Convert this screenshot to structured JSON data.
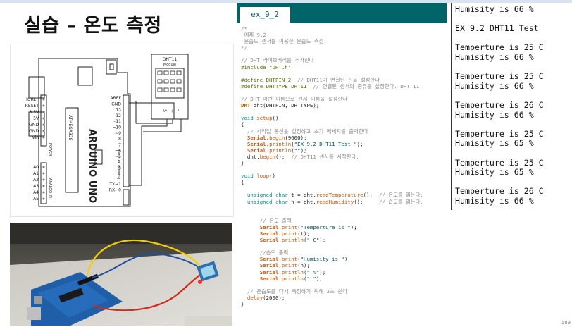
{
  "slide": {
    "title": "실습 – 온도 측정",
    "page_number": "189"
  },
  "schematic": {
    "board_label": "ARDUINO UNO",
    "chip_label": "ATMEGA328",
    "sensor_label": "DHT11",
    "sensor_sublabel": "Module",
    "sensor_pins": [
      "S",
      "+",
      "-"
    ],
    "left_pins": [
      "IOREF",
      "RESET",
      "3.3V",
      "5V",
      "GND",
      "GND",
      "Vin"
    ],
    "analog_pins": [
      "A0",
      "A1",
      "A2",
      "A3",
      "A4",
      "A5"
    ],
    "power_label": "POWER",
    "analog_label": "ANALOG IN",
    "digital_label": "DIGITAL (PWM~)",
    "right_pins": [
      "AREF",
      "GND",
      "13",
      "12",
      "~11",
      "~10",
      "~9",
      "8",
      "7",
      "~6",
      "~5",
      "4",
      "~3",
      "2",
      "TX→1",
      "RX←0"
    ]
  },
  "ide": {
    "tab_name": "ex_9_2",
    "code_lines": [
      [
        {
          "c": "c-com",
          "t": "/*"
        }
      ],
      [
        {
          "c": "c-com",
          "t": " 예제 9.2"
        }
      ],
      [
        {
          "c": "c-com",
          "t": " 온습도 센서를 이용한 온습도 측정"
        }
      ],
      [
        {
          "c": "c-com",
          "t": "*/"
        }
      ],
      [
        {
          "c": "",
          "t": ""
        }
      ],
      [
        {
          "c": "c-com",
          "t": "// DHT 라이브러리를 추가한다"
        }
      ],
      [
        {
          "c": "c-pre",
          "t": "#include \"DHT.h\""
        }
      ],
      [
        {
          "c": "",
          "t": ""
        }
      ],
      [
        {
          "c": "c-pre",
          "t": "#define DHTPIN 2  "
        },
        {
          "c": "c-com",
          "t": "// DHT11이 연결된 핀을 설정한다"
        }
      ],
      [
        {
          "c": "c-pre",
          "t": "#define DHTTYPE DHT11  "
        },
        {
          "c": "c-com",
          "t": "// 연결된 센서의 종류를 설정한다. DHT 11"
        }
      ],
      [
        {
          "c": "",
          "t": ""
        }
      ],
      [
        {
          "c": "c-com",
          "t": "// DHT 이란 이름으로 센서 이름을 설정한다"
        }
      ],
      [
        {
          "c": "c-ser",
          "t": "DHT"
        },
        {
          "c": "",
          "t": " dht(DHTPIN, DHTTYPE);"
        }
      ],
      [
        {
          "c": "",
          "t": ""
        }
      ],
      [
        {
          "c": "c-kw",
          "t": "void"
        },
        {
          "c": "",
          "t": " "
        },
        {
          "c": "c-fn",
          "t": "setup"
        },
        {
          "c": "",
          "t": "()"
        }
      ],
      [
        {
          "c": "",
          "t": "{"
        }
      ],
      [
        {
          "c": "c-com",
          "t": "  // 시리얼 통신을 설정하고 초기 메세지를 출력한다"
        }
      ],
      [
        {
          "c": "",
          "t": "  "
        },
        {
          "c": "c-ser",
          "t": "Serial"
        },
        {
          "c": "",
          "t": "."
        },
        {
          "c": "c-fn",
          "t": "begin"
        },
        {
          "c": "",
          "t": "(9600);"
        }
      ],
      [
        {
          "c": "",
          "t": "  "
        },
        {
          "c": "c-ser",
          "t": "Serial"
        },
        {
          "c": "",
          "t": "."
        },
        {
          "c": "c-fn",
          "t": "println"
        },
        {
          "c": "",
          "t": "("
        },
        {
          "c": "c-str",
          "t": "\"EX 9.2 DHT11 Test \""
        },
        {
          "c": "",
          "t": ");"
        }
      ],
      [
        {
          "c": "",
          "t": "  "
        },
        {
          "c": "c-ser",
          "t": "Serial"
        },
        {
          "c": "",
          "t": "."
        },
        {
          "c": "c-fn",
          "t": "println"
        },
        {
          "c": "",
          "t": "("
        },
        {
          "c": "c-str",
          "t": "\"\""
        },
        {
          "c": "",
          "t": ");"
        }
      ],
      [
        {
          "c": "",
          "t": "  dht."
        },
        {
          "c": "c-fn",
          "t": "begin"
        },
        {
          "c": "",
          "t": "();  "
        },
        {
          "c": "c-com",
          "t": "// DHT11 센서를 시작한다."
        }
      ],
      [
        {
          "c": "",
          "t": "}"
        }
      ],
      [
        {
          "c": "",
          "t": ""
        }
      ],
      [
        {
          "c": "c-kw",
          "t": "void"
        },
        {
          "c": "",
          "t": " "
        },
        {
          "c": "c-fn",
          "t": "loop"
        },
        {
          "c": "",
          "t": "()"
        }
      ],
      [
        {
          "c": "",
          "t": "{"
        }
      ],
      [
        {
          "c": "",
          "t": ""
        }
      ],
      [
        {
          "c": "",
          "t": "  "
        },
        {
          "c": "c-kw",
          "t": "unsigned char"
        },
        {
          "c": "",
          "t": " t = dht."
        },
        {
          "c": "c-fn",
          "t": "readTemperature"
        },
        {
          "c": "",
          "t": "();  "
        },
        {
          "c": "c-com",
          "t": "// 온도를 읽는다."
        }
      ],
      [
        {
          "c": "",
          "t": "  "
        },
        {
          "c": "c-kw",
          "t": "unsigned char"
        },
        {
          "c": "",
          "t": " h = dht."
        },
        {
          "c": "c-fn",
          "t": "readHumidity"
        },
        {
          "c": "",
          "t": "();     "
        },
        {
          "c": "c-com",
          "t": "// 습도를 읽는다."
        }
      ],
      [
        {
          "c": "",
          "t": ""
        }
      ],
      [
        {
          "c": "",
          "t": ""
        }
      ],
      [
        {
          "c": "c-com",
          "t": "      // 온도 출력"
        }
      ],
      [
        {
          "c": "",
          "t": "      "
        },
        {
          "c": "c-ser",
          "t": "Serial"
        },
        {
          "c": "",
          "t": "."
        },
        {
          "c": "c-fn",
          "t": "print"
        },
        {
          "c": "",
          "t": "("
        },
        {
          "c": "c-str",
          "t": "\"Temperture is \""
        },
        {
          "c": "",
          "t": ");"
        }
      ],
      [
        {
          "c": "",
          "t": "      "
        },
        {
          "c": "c-ser",
          "t": "Serial"
        },
        {
          "c": "",
          "t": "."
        },
        {
          "c": "c-fn",
          "t": "print"
        },
        {
          "c": "",
          "t": "(t);"
        }
      ],
      [
        {
          "c": "",
          "t": "      "
        },
        {
          "c": "c-ser",
          "t": "Serial"
        },
        {
          "c": "",
          "t": "."
        },
        {
          "c": "c-fn",
          "t": "println"
        },
        {
          "c": "",
          "t": "("
        },
        {
          "c": "c-str",
          "t": "\" C\""
        },
        {
          "c": "",
          "t": ");"
        }
      ],
      [
        {
          "c": "",
          "t": ""
        }
      ],
      [
        {
          "c": "c-com",
          "t": "      //습도 출력"
        }
      ],
      [
        {
          "c": "",
          "t": "      "
        },
        {
          "c": "c-ser",
          "t": "Serial"
        },
        {
          "c": "",
          "t": "."
        },
        {
          "c": "c-fn",
          "t": "print"
        },
        {
          "c": "",
          "t": "("
        },
        {
          "c": "c-str",
          "t": "\"Humisity is \""
        },
        {
          "c": "",
          "t": ");"
        }
      ],
      [
        {
          "c": "",
          "t": "      "
        },
        {
          "c": "c-ser",
          "t": "Serial"
        },
        {
          "c": "",
          "t": "."
        },
        {
          "c": "c-fn",
          "t": "print"
        },
        {
          "c": "",
          "t": "(h);"
        }
      ],
      [
        {
          "c": "",
          "t": "      "
        },
        {
          "c": "c-ser",
          "t": "Serial"
        },
        {
          "c": "",
          "t": "."
        },
        {
          "c": "c-fn",
          "t": "println"
        },
        {
          "c": "",
          "t": "("
        },
        {
          "c": "c-str",
          "t": "\" %\""
        },
        {
          "c": "",
          "t": ");"
        }
      ],
      [
        {
          "c": "",
          "t": "      "
        },
        {
          "c": "c-ser",
          "t": "Serial"
        },
        {
          "c": "",
          "t": "."
        },
        {
          "c": "c-fn",
          "t": "println"
        },
        {
          "c": "",
          "t": "("
        },
        {
          "c": "c-str",
          "t": "\" \""
        },
        {
          "c": "",
          "t": ");"
        }
      ],
      [
        {
          "c": "",
          "t": ""
        }
      ],
      [
        {
          "c": "c-com",
          "t": "  // 온습도를 다시 측정하기 위해 2초 쉰다"
        }
      ],
      [
        {
          "c": "",
          "t": "  "
        },
        {
          "c": "c-fn",
          "t": "delay"
        },
        {
          "c": "",
          "t": "(2000);"
        }
      ],
      [
        {
          "c": "",
          "t": "}"
        }
      ]
    ]
  },
  "serial_monitor": {
    "lines": [
      {
        "text": "Humisity is 66 %",
        "row": 0
      },
      {
        "text": "EX 9.2 DHT11 Test",
        "row": 2
      },
      {
        "text": "Temperture is 25 C",
        "row": 4
      },
      {
        "text": "Humisity is 66 %",
        "row": 5
      },
      {
        "text": "Temperture is 25 C",
        "row": 7
      },
      {
        "text": "Humisity is 66 %",
        "row": 8
      },
      {
        "text": "Temperture is 26 C",
        "row": 10
      },
      {
        "text": "Humisity is 66 %",
        "row": 11
      },
      {
        "text": "Temperture is 25 C",
        "row": 13
      },
      {
        "text": "Humisity is 65 %",
        "row": 14
      },
      {
        "text": "Temperture is 25 C",
        "row": 16
      },
      {
        "text": "Humisity is 65 %",
        "row": 17
      },
      {
        "text": "Temperture is 26 C",
        "row": 19
      },
      {
        "text": "Humisity is 66 %",
        "row": 20
      }
    ]
  },
  "colors": {
    "ide_teal": "#006468",
    "keyword": "#00979d",
    "serial_orange": "#d35400",
    "comment_gray": "#8a8a8a"
  }
}
